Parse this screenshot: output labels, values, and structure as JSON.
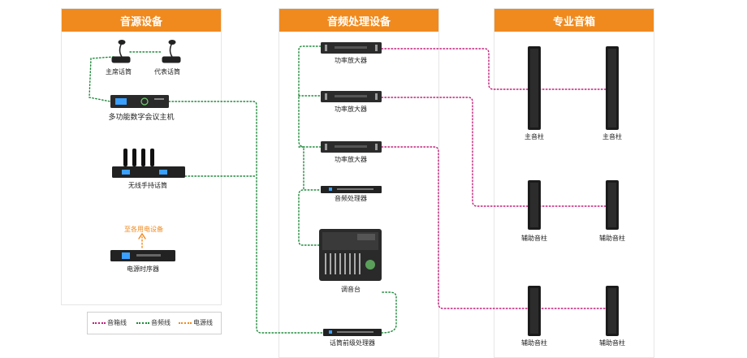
{
  "colors": {
    "header": "#f08a1e",
    "audio_line": "#1e8a3a",
    "speaker_line": "#c21e78",
    "power_line": "#f08a1e"
  },
  "panels": {
    "source": {
      "title": "音源设备"
    },
    "processing": {
      "title": "音频处理设备"
    },
    "speakers": {
      "title": "专业音箱"
    }
  },
  "source": {
    "chair_mic": "主席话筒",
    "delegate_mic": "代表话筒",
    "conference_host": "多功能数字会议主机",
    "wireless_mic": "无线手持话筒",
    "power_to": "至各用电设备",
    "power_sequencer": "电源时序器"
  },
  "processing": {
    "amp1": "功率放大器",
    "amp2": "功率放大器",
    "amp3": "功率放大器",
    "audio_processor": "音频处理器",
    "mixer": "调音台",
    "feedback_suppressor": "话筒前级处理器"
  },
  "speakers": {
    "main_left": "主音柱",
    "main_right": "主音柱",
    "aux1_left": "辅助音柱",
    "aux1_right": "辅助音柱",
    "aux2_left": "辅助音柱",
    "aux2_right": "辅助音柱"
  },
  "legend": {
    "speaker_line": "音箱线",
    "audio_line": "音频线",
    "power_line": "电源线"
  }
}
